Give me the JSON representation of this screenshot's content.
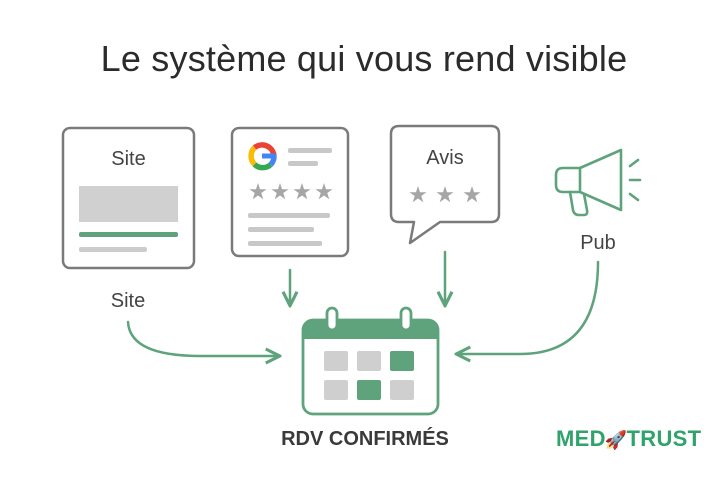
{
  "title": "Le système qui vous rend visible",
  "cards": {
    "site": {
      "header": "Site",
      "caption": "Site"
    },
    "avis": {
      "header": "Avis"
    },
    "pub": {
      "caption": "Pub"
    }
  },
  "center_label": "RDV CONFIRMÉS",
  "logo": {
    "part1": "MED",
    "part2": "TRUST"
  },
  "colors": {
    "green": "#5ea37c",
    "card_border": "#777777",
    "placeholder": "#cccccc",
    "star": "#a6a6a6",
    "logo": "#2fa36b"
  },
  "icons": [
    "google-g-icon",
    "star-icon",
    "megaphone-icon",
    "calendar-icon",
    "rocket-icon",
    "arrow-icon"
  ]
}
